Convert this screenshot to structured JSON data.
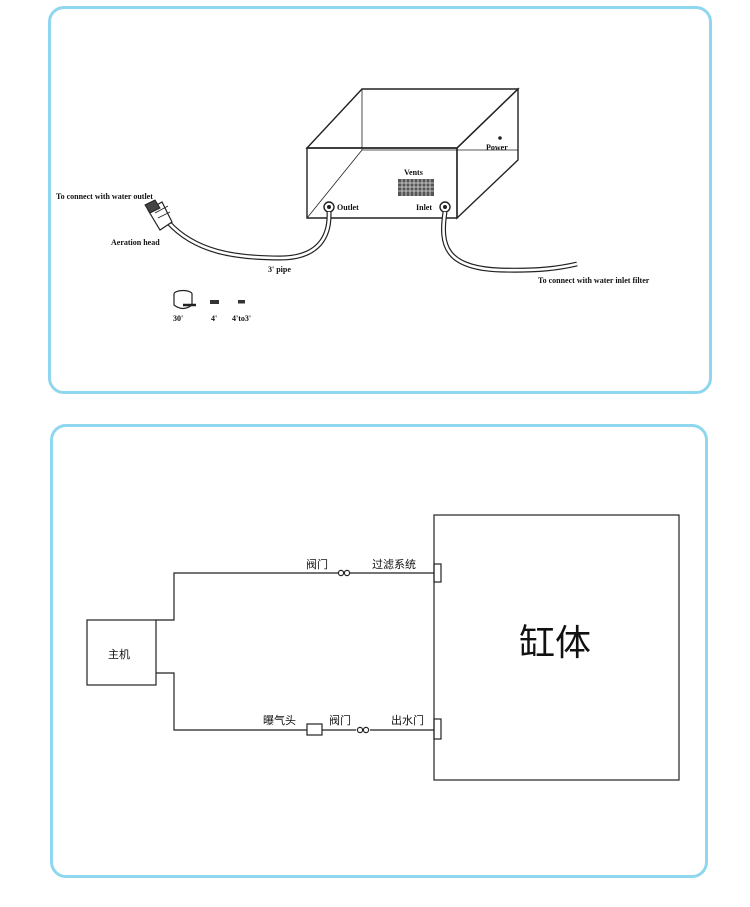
{
  "top_diagram": {
    "power": "Power",
    "vents": "Vents",
    "outlet": "Outlet",
    "inlet": "Inlet",
    "to_outlet": "To connect with water outlet",
    "aeration_head": "Aeration head",
    "pipe": "3' pipe",
    "inlet_filter": "To connect with water inlet filter",
    "fitting_1": "30'",
    "fitting_2": "4'",
    "fitting_3": "4'to3'"
  },
  "bottom_diagram": {
    "host": "主机",
    "tank": "缸体",
    "valve_top": "阀门",
    "filter_system": "过滤系统",
    "aeration_head": "曝气头",
    "valve_bottom": "阀门",
    "water_outlet": "出水门"
  },
  "colors": {
    "panel_border": "#8fd6ef",
    "line": "#222222"
  }
}
